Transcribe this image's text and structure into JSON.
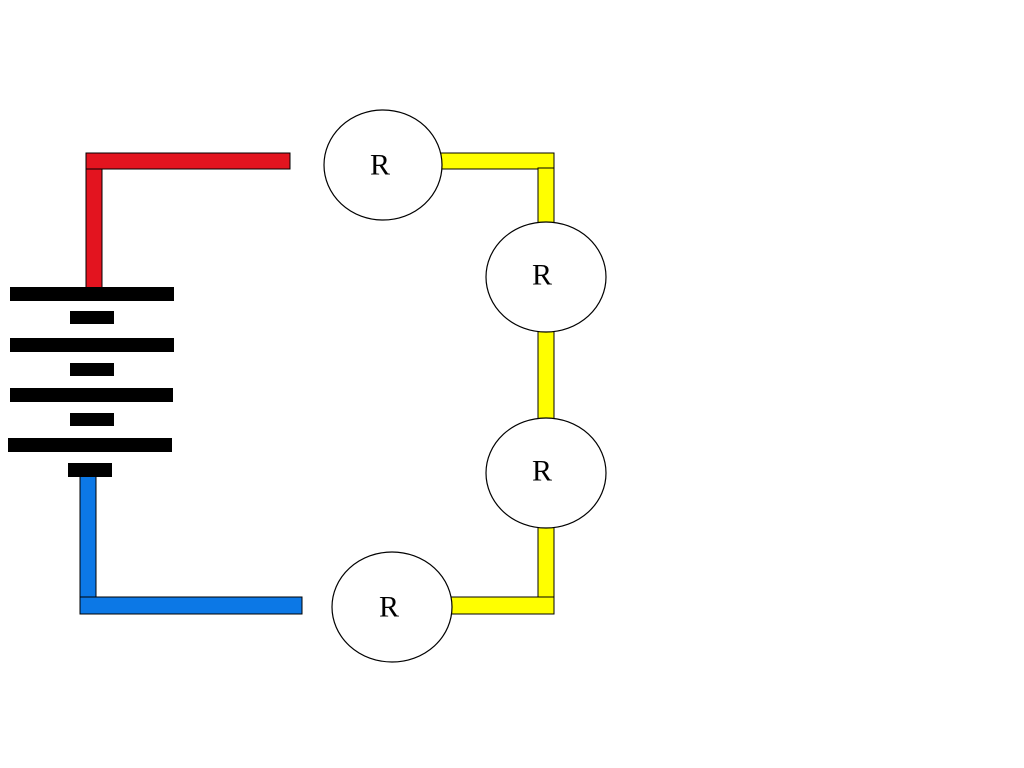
{
  "colors": {
    "positive_wire": "#e3141f",
    "negative_wire": "#0c78e6",
    "series_wire": "#ffff00",
    "battery": "#000000",
    "resistor_fill": "#ffffff"
  },
  "battery": {
    "cell_count": 4
  },
  "resistors": [
    {
      "label": "R"
    },
    {
      "label": "R"
    },
    {
      "label": "R"
    },
    {
      "label": "R"
    }
  ]
}
